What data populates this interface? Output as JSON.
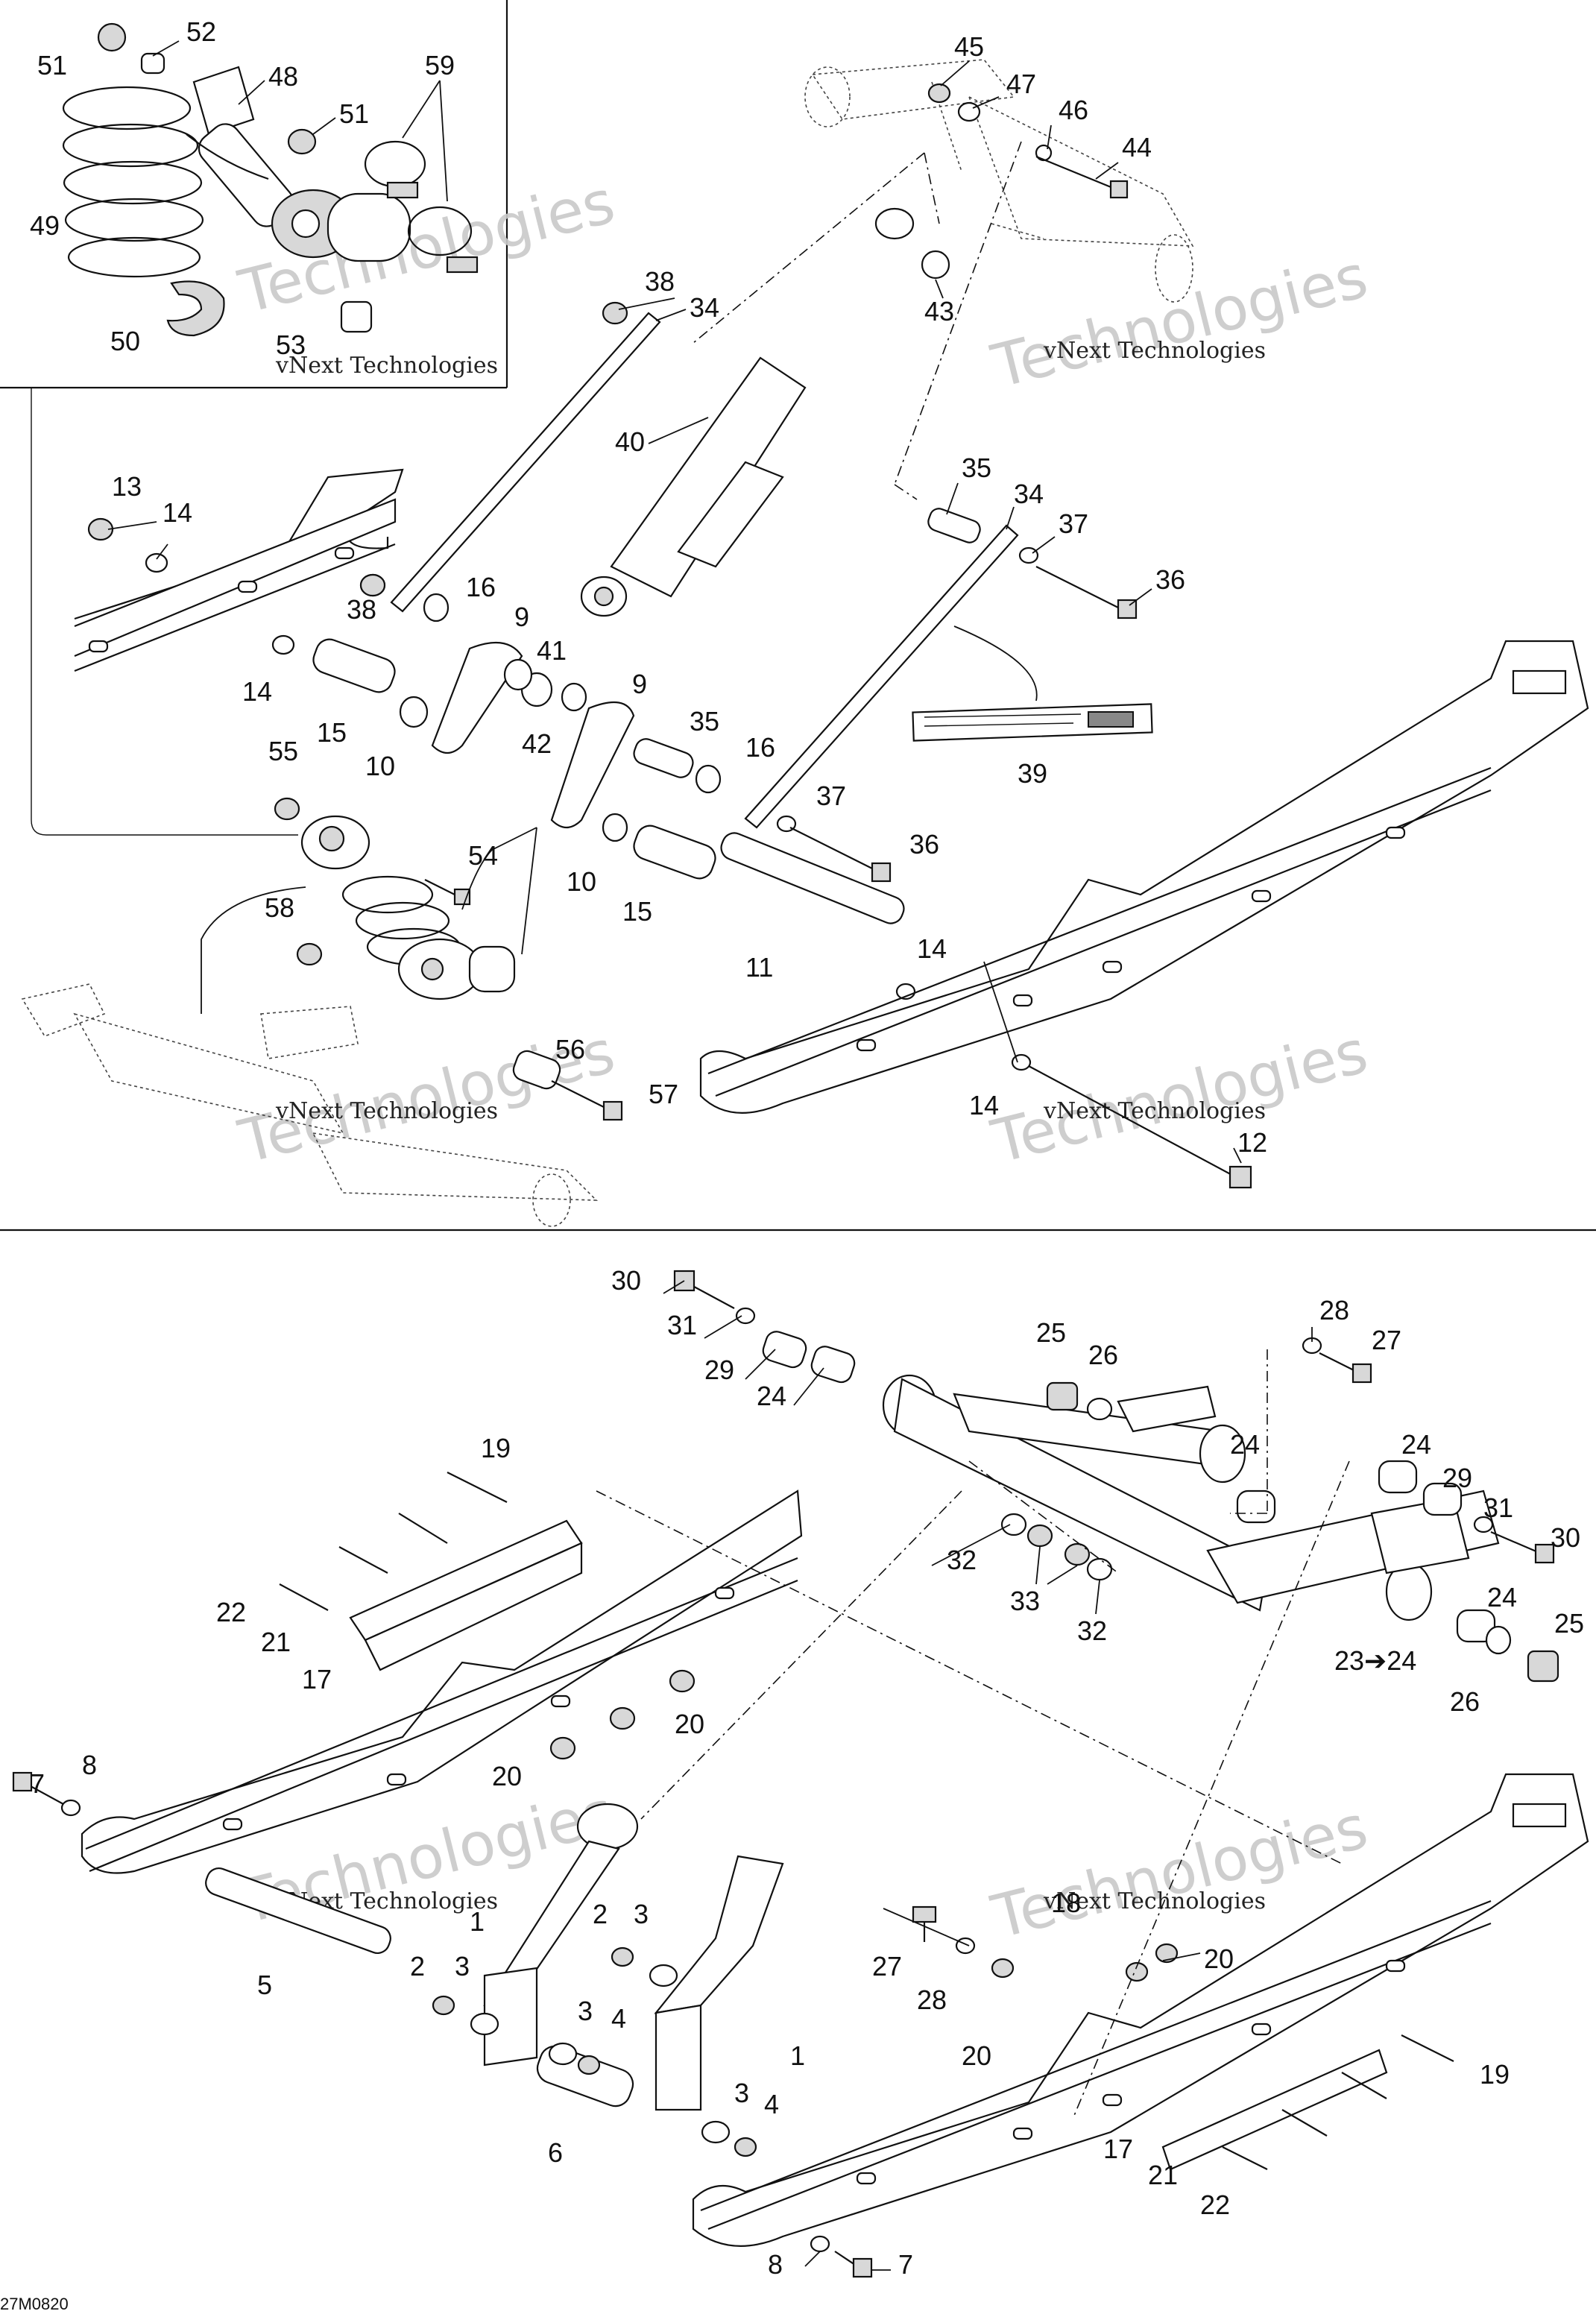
{
  "document_id": "27M0820",
  "watermark": {
    "line1": "vNext Technologies",
    "line2": "Technologies"
  },
  "callouts": {
    "n1": "1",
    "n2": "2",
    "n3": "3",
    "n4": "4",
    "n5": "5",
    "n6": "6",
    "n7": "7",
    "n8": "8",
    "n9": "9",
    "n10": "10",
    "n11": "11",
    "n12": "12",
    "n13": "13",
    "n14": "14",
    "n15": "15",
    "n16": "16",
    "n17": "17",
    "n18": "18",
    "n19": "19",
    "n20": "20",
    "n21": "21",
    "n22": "22",
    "n23": "23➔24",
    "n24": "24",
    "n25": "25",
    "n26": "26",
    "n27": "27",
    "n28": "28",
    "n29": "29",
    "n30": "30",
    "n31": "31",
    "n32": "32",
    "n33": "33",
    "n34": "34",
    "n35": "35",
    "n36": "36",
    "n37": "37",
    "n38": "38",
    "n39": "39",
    "n40": "40",
    "n41": "41",
    "n42": "42",
    "n43": "43",
    "n44": "44",
    "n45": "45",
    "n46": "46",
    "n47": "47",
    "n48": "48",
    "n49": "49",
    "n50": "50",
    "n51": "51",
    "n52": "52",
    "n53": "53",
    "n54": "54",
    "n55": "55",
    "n56": "56",
    "n57": "57",
    "n58": "58",
    "n59": "59"
  }
}
